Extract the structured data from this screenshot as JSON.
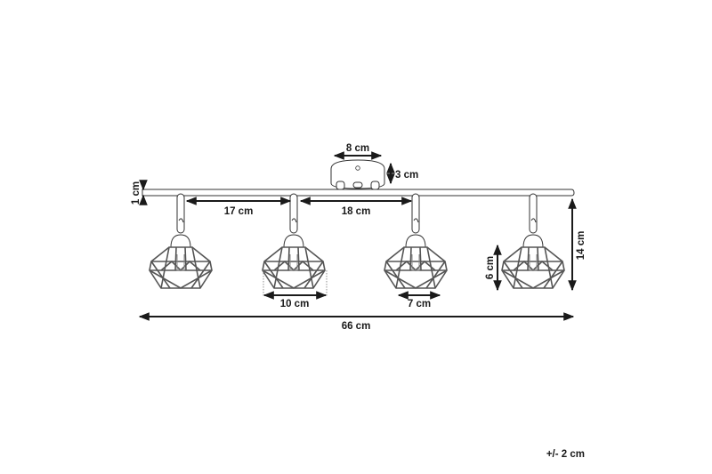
{
  "diagram": {
    "subject": "4-spot ceiling track light with geometric cage shades",
    "dimensions": {
      "canopy_width": "8 cm",
      "canopy_height": "3 cm",
      "bar_thickness": "1 cm",
      "spot_spacing_1": "17 cm",
      "spot_spacing_2": "18 cm",
      "shade_width": "10 cm",
      "shade_base_width": "7 cm",
      "shade_height": "6 cm",
      "total_height": "14 cm",
      "total_length": "66 cm"
    },
    "tolerance": "+/- 2 cm",
    "colors": {
      "line": "#1a1a1a",
      "shade": "#555555",
      "background": "#ffffff"
    }
  }
}
